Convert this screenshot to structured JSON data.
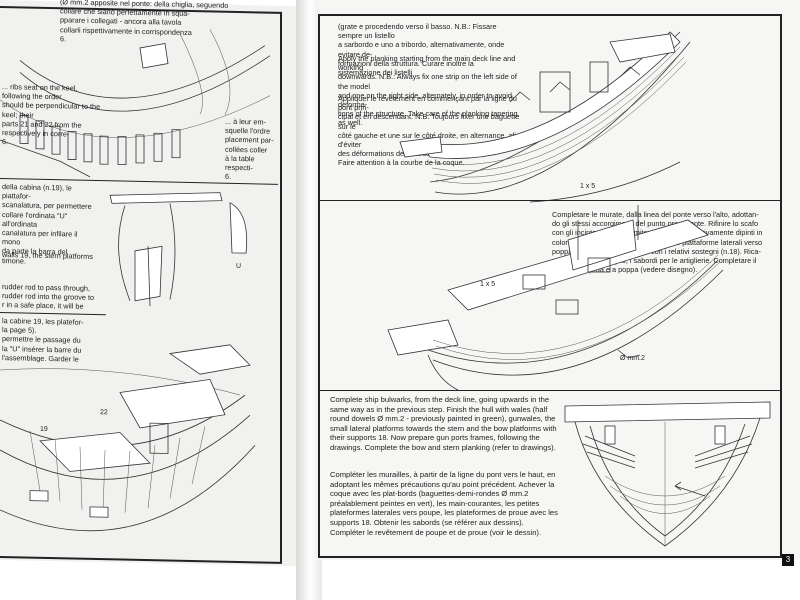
{
  "left_page": {
    "text_top": "(Ø mm.2 apposite nel ponte: della chiglia, seguendo\ncollare che siano perfettamente in squa-\npparare i collegati - ancora alla tavola\ncollarli rispettivamente in corrispondenza\n6.",
    "text_keel": "... ribs seat on the keel, following the order\nshould be perpendicular to the keel; their\nparts 21 and 22 from the\nrespectively in corre-\n6.",
    "text_fr": "... à leur em-\nsquelle l'ordre\nplacement par-\ncollées coller\nà la table\nrespecti-\n6.",
    "text_cabin_it": "della cabina (n.19), le piattafor-\nscanalatura, per permettere\ncollare l'ordinata \"U\" all'ordinata\ncanalatura per infilare il mono\nda parte la barra del timone.",
    "text_walls": "walls 19, the stern platforms",
    "text_rudder": "rudder rod to pass through,\nrudder rod into the groove to\nr in a safe place, it will be",
    "text_cabin_fr": "la cabine 19, les platefor-\nla page 5).\npermettre le passage du\nla \"U\" insérer la barre du\nl'assemblage. Garder le",
    "label_22": "22",
    "label_19": "19"
  },
  "right_page": {
    "text_it_top": "(grate e procedendo verso il basso. N.B.: Fissare sempre un listello\na sarbordo e uno a tribordo, alternativamente, onde evitare de-\nformazioni della struttura. Curare inoltre la sistemazione dei listelli",
    "text_en_top": "Apply the planking starting from the main deck line and working\ndownwards. N.B.: Always fix one strip on the left side of the model\nand one on the right side, alternately, in order to avoid deforma-\ntions of the structure. Take care of the planking tapering, as well.",
    "text_fr_top": "Appliquer le revêtement en commençant par la ligne du pont prin-\ncipal et en descendant. N.B. Toujours fixer une baguette sur le\ncôté gauche et une sur le côté droite, en alternance, afin d'éviter\ndes déformations de la structure.\nFaire attention à la courbe de la coque.",
    "text_it_mid": "Completare le murate, dalla linea del ponte verso l'alto, adottan-\ndo gli stessi accorgimenti del punto precedente. Rifinire lo scafo\ncon gli incintoni (listelli semitondi mm.2 preventivamente dipinti in\ncolore verde), il capodibanda, le piccole piattaforme laterali verso\npoppa e le piattaforme di prua con i relativi sostegni (n.18). Rica-\nvare, come da disegno, i sabordi per le artiglierie. Completare il\nfasciame a prua e a poppa (vedere disegno).",
    "text_en_bottom": "Complete ship bulwarks, from the deck line, going upwards in the same way as in the previous step. Finish the hull with wales (half round dowels Ø mm.2 - previously painted in green), gunwales, the small lateral platforms towards the stern and the bow platforms with their supports 18. Now prepare gun ports frames, following the drawings. Complete the bow and stern planking (refer to drawings).",
    "text_fr_bottom": "Compléter les murailles, à partir de la ligne du pont vers le haut, en adoptant les mêmes précautions qu'au point précédent. Achever la coque avec les plat-bords (baguettes-demi-rondes Ø mm.2 préalablement peintes en vert), les main-courantes, les petites plateformes laterales vers poupe, les plateformes de proue avec les supports 18. Obtenir les sabords (se référer aux dessins). Compléter le revêtement de poupe et de proue (voir le dessin).",
    "label_1x5_top": "1 x 5",
    "label_1x5_mid": "1 x 5",
    "label_mm2": "Ø mm.2",
    "page_number": "3"
  }
}
